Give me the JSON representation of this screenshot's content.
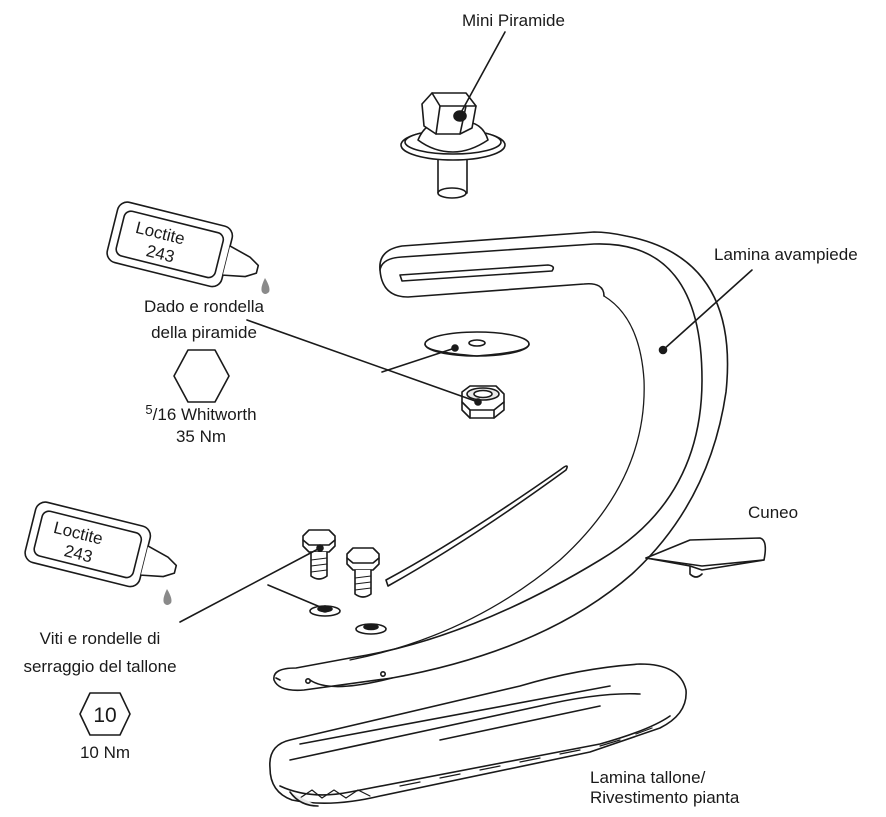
{
  "labels": {
    "mini_piramide": "Mini Piramide",
    "lamina_avampiede": "Lamina avampiede",
    "dado_line1": "Dado e rondella",
    "dado_line2": "della piramide",
    "whitworth_prefix": "5",
    "whitworth_rest": "/16 Whitworth",
    "torque_nut": "35 Nm",
    "cuneo": "Cuneo",
    "viti_line1": "Viti e rondelle di",
    "viti_line2": "serraggio del tallone",
    "wrench_size": "10",
    "torque_screw": "10 Nm",
    "tallone_line1": "Lamina tallone/",
    "tallone_line2": "Rivestimento pianta"
  },
  "loctite": {
    "brand": "Loctite",
    "number": "243"
  },
  "colors": {
    "line": "#1a1a1a",
    "shade": "#e8e8e8",
    "drop": "#8a8a8a"
  }
}
